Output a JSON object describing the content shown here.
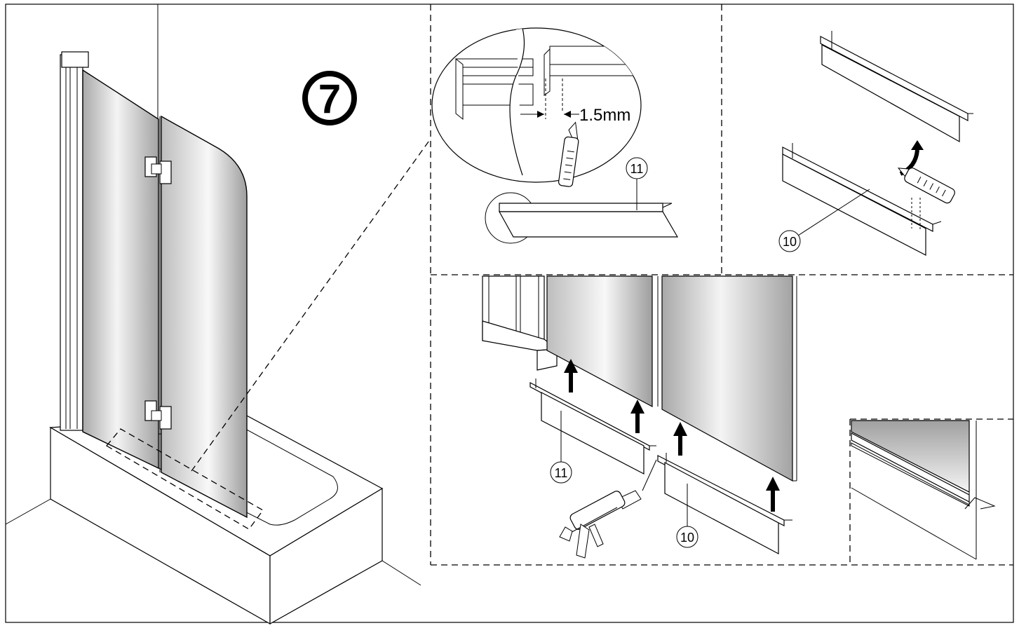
{
  "step": {
    "number": "7",
    "symbol": "⑦"
  },
  "detail_top_left": {
    "measurement": "1.5mm",
    "part_label": "11"
  },
  "detail_top_right": {
    "part_label": "10"
  },
  "detail_bottom": {
    "part_label_left": "11",
    "part_label_right": "10"
  },
  "icons": [
    "utility-knife-icon",
    "caulking-gun-icon",
    "up-arrow-icon",
    "curved-arrow-icon"
  ],
  "colors": {
    "line": "#000000",
    "glass_dark": "#a8a8a8",
    "glass_light": "#f7f7f7",
    "background": "#ffffff"
  }
}
